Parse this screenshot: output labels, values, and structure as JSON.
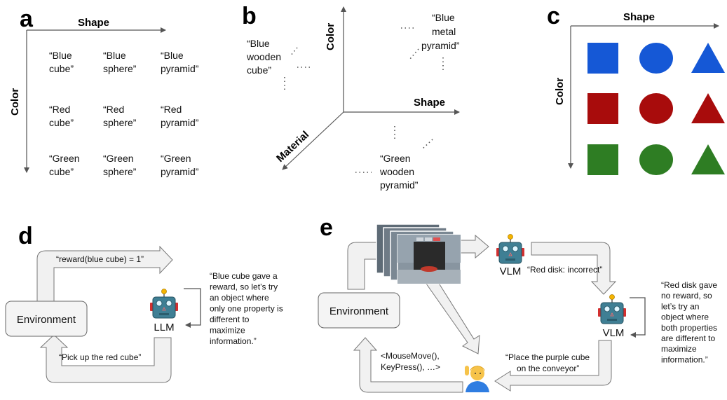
{
  "panels": {
    "a": {
      "letter": "a",
      "x_axis": "Shape",
      "y_axis": "Color",
      "cells": [
        [
          "“Blue",
          "cube”"
        ],
        [
          "“Blue",
          "sphere”"
        ],
        [
          "“Blue",
          "pyramid”"
        ],
        [
          "“Red",
          "cube”"
        ],
        [
          "“Red",
          "sphere”"
        ],
        [
          "“Red",
          "pyramid”"
        ],
        [
          "“Green",
          "cube”"
        ],
        [
          "“Green",
          "sphere”"
        ],
        [
          "“Green",
          "pyramid”"
        ]
      ]
    },
    "b": {
      "letter": "b",
      "axis_color": "Color",
      "axis_shape": "Shape",
      "axis_material": "Material",
      "item1": [
        "“Blue",
        "wooden",
        "cube”"
      ],
      "item2": [
        "“Blue",
        "metal",
        "pyramid”"
      ],
      "item3": [
        "“Green",
        "wooden",
        "pyramid”"
      ]
    },
    "c": {
      "letter": "c",
      "x_axis": "Shape",
      "y_axis": "Color",
      "rows": [
        {
          "color": "#1558d6"
        },
        {
          "color": "#a80c0c"
        },
        {
          "color": "#2e7d23"
        }
      ],
      "shapes": [
        "square",
        "circle",
        "triangle"
      ]
    },
    "d": {
      "letter": "d",
      "environment": "Environment",
      "agent": "LLM",
      "top_msg": "“reward(blue cube) = 1”",
      "bottom_msg": "“Pick up the red cube”",
      "thought": [
        "“Blue cube gave a",
        "reward, so let’s try",
        "an object where",
        "only one property is",
        "different to",
        "maximize",
        "information.”"
      ]
    },
    "e": {
      "letter": "e",
      "environment": "Environment",
      "agent_top": "VLM",
      "agent_right": "VLM",
      "top_msg": "“Red disk: incorrect”",
      "bottom_msg": [
        "“Place the purple cube",
        "on the conveyor”"
      ],
      "actions": [
        "<MouseMove(),",
        "KeyPress(), …>"
      ],
      "thought": [
        "“Red disk gave",
        "no reward, so",
        "let’s try an",
        "object where",
        "both properties",
        "are different to",
        "maximize",
        "information.”"
      ],
      "person_icon": "person-raising-hand"
    }
  },
  "colors": {
    "robot_body": "#3f7f94",
    "robot_ear": "#d32f2f",
    "robot_antenna": "#f5b400",
    "robot_eye": "#dff6ff"
  }
}
